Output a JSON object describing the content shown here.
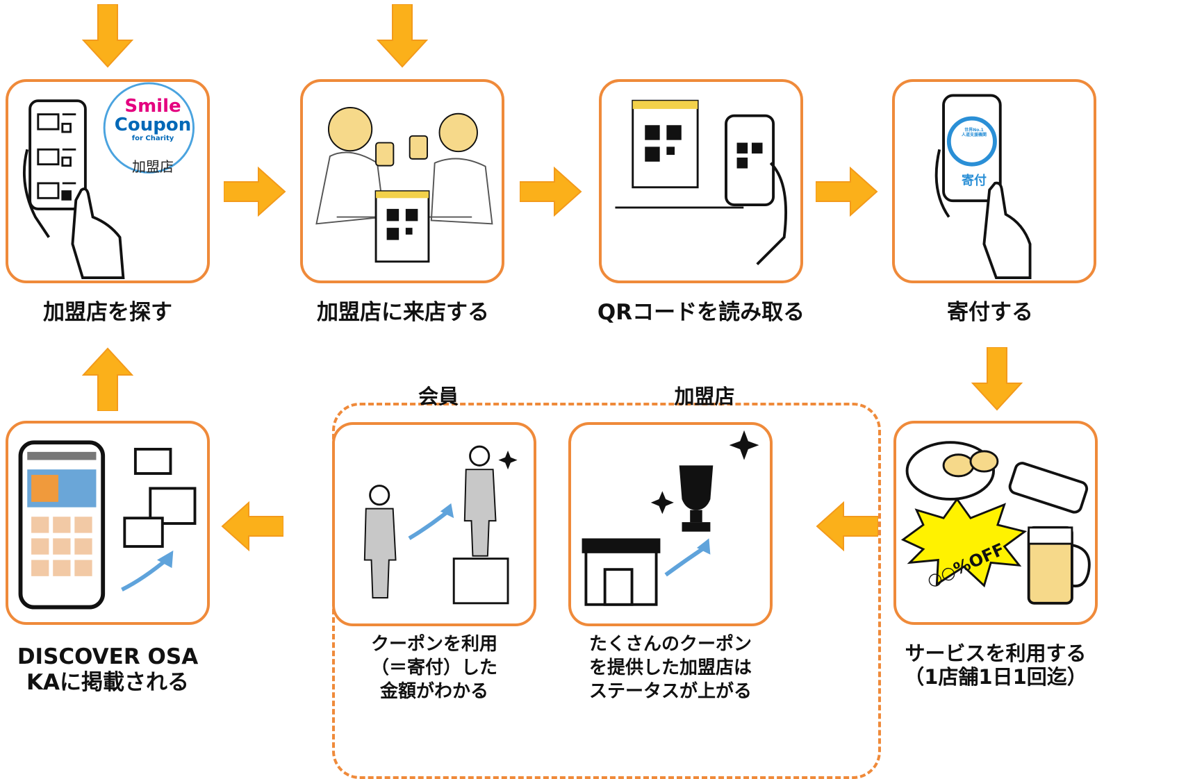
{
  "steps": {
    "find": {
      "label": "加盟店を探す",
      "badge_text": "加盟店",
      "logo_line1": "Smile",
      "logo_line2": "Coupon",
      "logo_line3": "for Charity"
    },
    "visit": {
      "label": "加盟店に来店する"
    },
    "scan": {
      "label": "QRコードを読み取る"
    },
    "donate": {
      "label": "寄付する",
      "phone_badge_small": "世界No.1\n人道支援機関",
      "phone_badge": "寄付"
    },
    "service": {
      "label": "サービスを利用する\n（1店舗1日1回迄）",
      "burst_text": "○○%OFF"
    },
    "listed": {
      "label": "DISCOVER OSA\nKAに掲載される"
    }
  },
  "group": {
    "member": {
      "heading": "会員",
      "text": "クーポンを利用\n（＝寄付）した\n金額がわかる"
    },
    "store": {
      "heading": "加盟店",
      "text": "たくさんのクーポン\nを提供した加盟店は\nステータスが上がる"
    }
  },
  "colors": {
    "accent": "#ef8a3a",
    "arrow": "#fbb01a",
    "arrow_edge": "#f39a1b",
    "blue_arrow": "#5fa3db"
  }
}
